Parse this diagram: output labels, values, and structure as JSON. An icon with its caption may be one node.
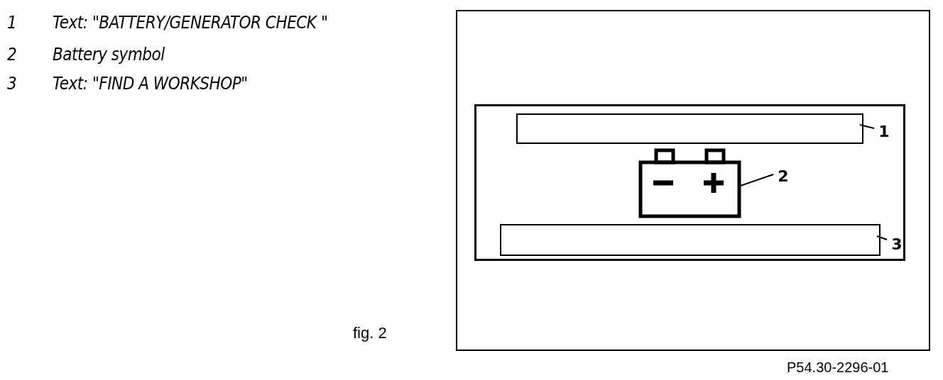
{
  "diagram": {
    "nodes": [
      {
        "text": [],
        "shape": "box"
      },
      {
        "text": [],
        "shape": "box",
        "in": 0
      },
      {
        "text": [],
        "shape": "box",
        "in": 1
      },
      {
        "text": [
          "1"
        ],
        "in": 1
      },
      {
        "text": [],
        "shape": "picture",
        "in": 1
      },
      {
        "text": [
          "2"
        ],
        "in": 1
      },
      {
        "text": [],
        "shape": "box",
        "in": 1
      },
      {
        "text": [
          "3"
        ],
        "in": 1
      }
    ],
    "edges": [
      {
        "from": 3,
        "to": 2,
        "arrow": "none"
      },
      {
        "from": 5,
        "to": 4,
        "arrow": "none"
      },
      {
        "from": 7,
        "to": 6,
        "arrow": "none"
      }
    ],
    "labels": [
      "1",
      "Text: \"BATTERY/GENERATOR CHECK \"",
      "2",
      "Battery symbol",
      "3",
      "Text: \"FIND A WORKSHOP\"",
      "fig. 2",
      "P54.30-2296-01"
    ]
  }
}
